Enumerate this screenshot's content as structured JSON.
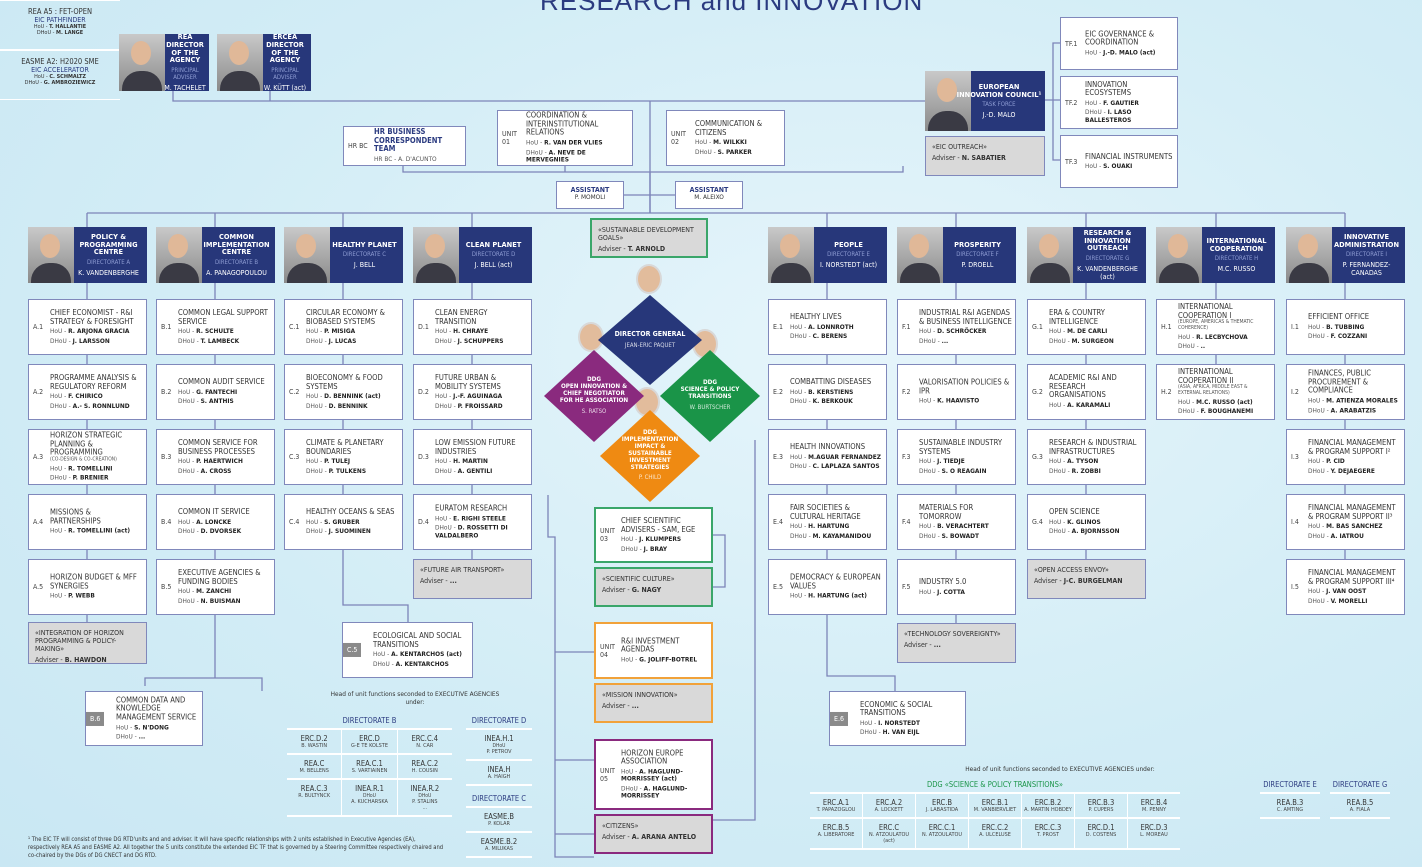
{
  "title": "RESEARCH and INNOVATION",
  "labels": {
    "hou": "HoU",
    "dhou": "DHoU",
    "adviser": "Adviser",
    "unit": "UNIT"
  },
  "agencies": [
    {
      "agency": "REA",
      "role": "DIRECTOR OF THE AGENCY",
      "sub": "PRINCIPAL ADVISER",
      "name": "M. TACHELET"
    },
    {
      "agency": "ERCEA",
      "role": "DIRECTOR OF THE AGENCY",
      "sub": "PRINCIPAL ADVISER",
      "name": "W. KÜTT (act)"
    }
  ],
  "top_units": {
    "hr": {
      "code": "HR BC",
      "title": "HR BUSINESS CORRESPONDENT TEAM",
      "line": "HR BC - A. D'ACUNTO"
    },
    "u01": {
      "code": "01",
      "title": "COORDINATION & INTERINSTITUTIONAL RELATIONS",
      "hou": "R. VAN DER VLIES",
      "dhou": "A. NEVE DE MERVEGNIES"
    },
    "u02": {
      "code": "02",
      "title": "COMMUNICATION & CITIZENS",
      "hou": "M. WILKKI",
      "dhou": "S. PARKER"
    }
  },
  "assistants": [
    {
      "label": "ASSISTANT",
      "name": "P. MOMOLI"
    },
    {
      "label": "ASSISTANT",
      "name": "M. ALEIXO"
    }
  ],
  "eic": {
    "title": "EUROPEAN INNOVATION COUNCIL¹",
    "sub": "TASK FORCE",
    "name": "J.-D. MALO",
    "outreach": {
      "topic": "«EIC OUTREACH»",
      "name": "N. SABATIER"
    },
    "units": [
      {
        "code": "TF.1",
        "title": "EIC GOVERNANCE & COORDINATION",
        "hou": "J.-D. MALO (act)"
      },
      {
        "code": "TF.2",
        "title": "INNOVATION ECOSYSTEMS",
        "hou": "F. GAUTIER",
        "dhou": "I. LASO BALLESTEROS"
      },
      {
        "code": "TF.3",
        "title": "FINANCIAL INSTRUMENTS",
        "hou": "S. OUAKI"
      }
    ],
    "agencies": [
      {
        "title": "REA A5 : FET-OPEN",
        "sub": "EIC PATHFINDER",
        "hou": "T. HALLANTIE",
        "dhou": "M. LANGE"
      },
      {
        "title": "EASME A2: H2020 SME",
        "sub": "EIC ACCELERATOR",
        "hou": "C. SCHMALTZ",
        "dhou": "G. AMBROZIEWICZ"
      }
    ]
  },
  "center": {
    "sdg": {
      "topic": "«SUSTAINABLE DEVELOPMENT GOALS»",
      "name": "T. ARNOLD"
    },
    "dg": {
      "title": "DIRECTOR GENERAL",
      "name": "JEAN-ERIC PAQUET"
    },
    "ddgs": [
      {
        "label": "DDG",
        "title": "OPEN INNOVATION & CHIEF NEGOTIATOR FOR HE ASSOCIATION",
        "name": "S. RATSO",
        "color": "#8a2a7e"
      },
      {
        "label": "DDG",
        "title": "SCIENCE & POLICY TRANSITIONS",
        "name": "W. BURTSCHER",
        "color": "#1a9448"
      },
      {
        "label": "DDG",
        "title": "IMPLEMENTATION IMPACT & SUSTAINABLE INVESTMENT STRATEGIES",
        "name": "P. CHILD",
        "color": "#ef8a12"
      }
    ],
    "units": [
      {
        "code": "03",
        "title": "CHIEF SCIENTIFIC ADVISERS - SAM, EGE",
        "hou": "J. KLUMPERS",
        "dhou": "J. BRAY",
        "adv_topic": "«SCIENTIFIC CULTURE»",
        "adv_name": "G. NAGY"
      },
      {
        "code": "04",
        "title": "R&I INVESTMENT AGENDAS",
        "hou": "G. JOLIFF-BOTREL",
        "adv_topic": "«MISSION INNOVATION»",
        "adv_name": "..."
      },
      {
        "code": "05",
        "title": "HORIZON EUROPE ASSOCIATION",
        "hou": "A. HAGLUND-MORRISSEY (act)",
        "dhou": "A. HAGLUND-MORRISSEY",
        "adv_topic": "«CITIZENS»",
        "adv_name": "A. ARANA ANTELO"
      }
    ]
  },
  "directorates": [
    {
      "title": "POLICY & PROGRAMMING CENTRE",
      "label": "DIRECTORATE A",
      "director": "K. VANDENBERGHE",
      "units": [
        {
          "code": "A.1",
          "title": "CHIEF ECONOMIST - R&I STRATEGY & FORESIGHT",
          "hou": "R. ARJONA GRACIA",
          "dhou": "J. LARSSON"
        },
        {
          "code": "A.2",
          "title": "PROGRAMME ANALYSIS & REGULATORY REFORM",
          "hou": "F. CHIRICO",
          "dhou": "A.- S. RONNLUND"
        },
        {
          "code": "A.3",
          "title": "HORIZON STRATEGIC PLANNING & PROGRAMMING",
          "note": "(CO-DESIGN & CO-CREATION)",
          "hou": "R. TOMELLINI",
          "dhou": "P. BRENIER"
        },
        {
          "code": "A.4",
          "title": "MISSIONS & PARTNERSHIPS",
          "hou": "R. TOMELLINI (act)"
        },
        {
          "code": "A.5",
          "title": "HORIZON BUDGET & MFF SYNERGIES",
          "hou": "P. WEBB"
        }
      ]
    },
    {
      "title": "COMMON IMPLEMENTATION CENTRE",
      "label": "DIRECTORATE B",
      "director": "A. PANAGOPOULOU",
      "units": [
        {
          "code": "B.1",
          "title": "COMMON LEGAL SUPPORT SERVICE",
          "hou": "R. SCHULTE",
          "dhou": "T. LAMBECK"
        },
        {
          "code": "B.2",
          "title": "COMMON AUDIT SERVICE",
          "hou": "G. FANTECHI",
          "dhou": "S. ANTHIS"
        },
        {
          "code": "B.3",
          "title": "COMMON SERVICE FOR BUSINESS PROCESSES",
          "hou": "P. HAERTWICH",
          "dhou": "A. CROSS"
        },
        {
          "code": "B.4",
          "title": "COMMON IT SERVICE",
          "hou": "A. LONCKE",
          "dhou": "D. DVORSEK"
        },
        {
          "code": "B.5",
          "title": "EXECUTIVE AGENCIES & FUNDING BODIES",
          "hou": "M. ZANCHI",
          "dhou": "N. BUISMAN"
        }
      ]
    },
    {
      "title": "HEALTHY PLANET",
      "label": "DIRECTORATE C",
      "director": "J. BELL",
      "units": [
        {
          "code": "C.1",
          "title": "CIRCULAR ECONOMY & BIOBASED SYSTEMS",
          "hou": "P. MISIGA",
          "dhou": "J. LUCAS"
        },
        {
          "code": "C.2",
          "title": "BIOECONOMY & FOOD SYSTEMS",
          "hou": "D. BENNINK (act)",
          "dhou": "D. BENNINK"
        },
        {
          "code": "C.3",
          "title": "CLIMATE & PLANETARY BOUNDARIES",
          "hou": "P. TULEJ",
          "dhou": "P. TULKENS"
        },
        {
          "code": "C.4",
          "title": "HEALTHY OCEANS & SEAS",
          "hou": "S. GRUBER",
          "dhou": "J. SUOMINEN"
        }
      ]
    },
    {
      "title": "CLEAN PLANET",
      "label": "DIRECTORATE D",
      "director": "J. BELL (act)",
      "units": [
        {
          "code": "D.1",
          "title": "CLEAN ENERGY TRANSITION",
          "hou": "H. CHRAYE",
          "dhou": "J. SCHUPPERS"
        },
        {
          "code": "D.2",
          "title": "FUTURE URBAN & MOBILITY SYSTEMS",
          "hou": "J.-F. AGUINAGA",
          "dhou": "P. FROISSARD"
        },
        {
          "code": "D.3",
          "title": "LOW EMISSION FUTURE INDUSTRIES",
          "hou": "H. MARTIN",
          "dhou": "A. GENTILI"
        },
        {
          "code": "D.4",
          "title": "EURATOM RESEARCH",
          "hou": "E. RIGHI STEELE",
          "dhou": "D. ROSSETTI DI VALDALBERO"
        }
      ]
    },
    {
      "title": "PEOPLE",
      "label": "DIRECTORATE E",
      "director": "I. NORSTEDT (act)",
      "units": [
        {
          "code": "E.1",
          "title": "HEALTHY LIVES",
          "hou": "A. LONNROTH",
          "dhou": "C. BERENS"
        },
        {
          "code": "E.2",
          "title": "COMBATTING DISEASES",
          "hou": "B. KERSTIENS",
          "dhou": "K. BERKOUK"
        },
        {
          "code": "E.3",
          "title": "HEALTH INNOVATIONS",
          "hou": "M.AGUAR FERNANDEZ",
          "dhou": "C. LAPLAZA SANTOS"
        },
        {
          "code": "E.4",
          "title": "FAIR SOCIETIES & CULTURAL HERITAGE",
          "hou": "H. HARTUNG",
          "dhou": "M. KAYAMANIDOU"
        },
        {
          "code": "E.5",
          "title": "DEMOCRACY & EUROPEAN VALUES",
          "hou": "H. HARTUNG (act)"
        }
      ]
    },
    {
      "title": "PROSPERITY",
      "label": "DIRECTORATE F",
      "director": "P. DROELL",
      "units": [
        {
          "code": "F.1",
          "title": "INDUSTRIAL R&I AGENDAS & BUSINESS INTELLIGENCE",
          "hou": "D. SCHRÖCKER",
          "dhou": "..."
        },
        {
          "code": "F.2",
          "title": "VALORISATION POLICIES & IPR",
          "hou": "K. HAAVISTO"
        },
        {
          "code": "F.3",
          "title": "SUSTAINABLE INDUSTRY SYSTEMS",
          "hou": "J. TIEDJE",
          "dhou": "S. O REAGAIN"
        },
        {
          "code": "F.4",
          "title": "MATERIALS FOR TOMORROW",
          "hou": "B. VERACHTERT",
          "dhou": "S. BOWADT"
        },
        {
          "code": "F.5",
          "title": "INDUSTRY 5.0",
          "hou": "J. COTTA"
        }
      ]
    },
    {
      "title": "RESEARCH & INNOVATION OUTREACH",
      "label": "DIRECTORATE G",
      "director": "K. VANDENBERGHE (act)",
      "units": [
        {
          "code": "G.1",
          "title": "ERA & COUNTRY INTELLIGENCE",
          "hou": "M. DE CARLI",
          "dhou": "M. SURGEON"
        },
        {
          "code": "G.2",
          "title": "ACADEMIC R&I AND RESEARCH ORGANISATIONS",
          "hou": "A. KARAMALI"
        },
        {
          "code": "G.3",
          "title": "RESEARCH & INDUSTRIAL INFRASTRUCTURES",
          "hou": "A. TYSON",
          "dhou": "R. ZOBBI"
        },
        {
          "code": "G.4",
          "title": "OPEN SCIENCE",
          "hou": "K. GLINOS",
          "dhou": "A. BJORNSSON"
        }
      ]
    },
    {
      "title": "INTERNATIONAL COOPERATION",
      "label": "DIRECTORATE H",
      "director": "M.C. RUSSO",
      "units": [
        {
          "code": "H.1",
          "title": "INTERNATIONAL COOPERATION I",
          "note": "(EUROPE, AMERICAS & THEMATIC COHERENCE)",
          "hou": "R. LECBYCHOVA",
          "dhou": ".."
        },
        {
          "code": "H.2",
          "title": "INTERNATIONAL COOPERATION II",
          "note": "(ASIA, AFRICA, MIDDLE EAST & EXTERNAL RELATIONS)",
          "hou": "M.C. RUSSO (act)",
          "dhou": "F. BOUGHANEMI"
        }
      ]
    },
    {
      "title": "INNOVATIVE ADMINISTRATION",
      "label": "DIRECTORATE I",
      "director": "P. FERNANDEZ-CANADAS",
      "units": [
        {
          "code": "I.1",
          "title": "EFFICIENT OFFICE",
          "hou": "B. TUBBING",
          "dhou": "F. COZZANI"
        },
        {
          "code": "I.2",
          "title": "FINANCES, PUBLIC PROCUREMENT & COMPLIANCE",
          "hou": "M. ATIENZA MORALES",
          "dhou": "A. ARABATZIS"
        },
        {
          "code": "I.3",
          "title": "FINANCIAL MANAGEMENT & PROGRAM SUPPORT I²",
          "hou": "P. CID",
          "dhou": "Y. DEJAEGERE"
        },
        {
          "code": "I.4",
          "title": "FINANCIAL MANAGEMENT & PROGRAM SUPPORT II³",
          "hou": "M. BAS SANCHEZ",
          "dhou": "A. IATROU"
        },
        {
          "code": "I.5",
          "title": "FINANCIAL MANAGEMENT & PROGRAM SUPPORT III⁴",
          "hou": "J. VAN OOST",
          "dhou": "V. MORELLI"
        }
      ]
    }
  ],
  "extra_units": [
    {
      "code": "B.6",
      "title": "COMMON DATA AND KNOWLEDGE MANAGEMENT SERVICE",
      "hou": "S. N'DONG",
      "dhou": "..."
    },
    {
      "code": "C.5",
      "title": "ECOLOGICAL AND SOCIAL TRANSITIONS",
      "hou": "A. KENTARCHOS (act)",
      "dhou": "A. KENTARCHOS"
    },
    {
      "code": "E.6",
      "title": "ECONOMIC & SOCIAL TRANSITIONS",
      "hou": "I. NORSTEDT",
      "dhou": "H. VAN EIJL"
    }
  ],
  "advisers": [
    {
      "topic": "«INTEGRATION OF HORIZON PROGRAMMING & POLICY-MAKING»",
      "name": "B. HAWDON"
    },
    {
      "topic": "«FUTURE AIR TRANSPORT»",
      "name": "..."
    },
    {
      "topic": "«TECHNOLOGY SOVEREIGNTY»",
      "name": "..."
    },
    {
      "topic": "«OPEN ACCESS ENVOY»",
      "name": "J-C. BURGELMAN"
    }
  ],
  "seconded_left": {
    "heading": "Head of unit functions seconded to EXECUTIVE AGENCIES under:",
    "groups": [
      {
        "title": "DIRECTORATE B",
        "rows": [
          [
            {
              "code": "ERC.D.2",
              "name": "B. WASTIN"
            },
            {
              "code": "ERC.D",
              "name": "G-E TE KOLSTE"
            },
            {
              "code": "ERC.C.4",
              "name": "N. CAR"
            }
          ],
          [
            {
              "code": "REA.C",
              "name": "M. BELLENS"
            },
            {
              "code": "REA.C.1",
              "name": "S. VARTIAINEN"
            },
            {
              "code": "REA.C.2",
              "name": "H. COUSIN"
            }
          ],
          [
            {
              "code": "REA.C.3",
              "name": "R. BULTYNCK"
            },
            {
              "code": "INEA.R.1",
              "sub": "DHoU",
              "name": "A. KUCHARSKA"
            },
            {
              "code": "INEA.R.2",
              "name": "P. STALINS",
              "sub": "DHoU",
              "extra": "..."
            }
          ]
        ]
      },
      {
        "title": "DIRECTORATE D",
        "rows": [
          [
            {
              "code": "INEA.H.1",
              "sub": "DHoU",
              "name": "P. PETROV"
            }
          ],
          [
            {
              "code": "INEA.H",
              "name": "A. HAIGH"
            }
          ]
        ]
      },
      {
        "title": "DIRECTORATE C",
        "rows": [
          [
            {
              "code": "EASME.B",
              "name": "P. KOLAR"
            }
          ],
          [
            {
              "code": "EASME.B.2",
              "name": "A. MILUKAS"
            }
          ]
        ]
      }
    ]
  },
  "seconded_right": {
    "heading": "Head of unit functions seconded to EXECUTIVE AGENCIES under:",
    "groups": [
      {
        "title": "DDG «SCIENCE & POLICY TRANSITIONS»",
        "rows": [
          [
            {
              "code": "ERC.A.1",
              "name": "T. PAPAZOGLOU"
            },
            {
              "code": "ERC.A.2",
              "name": "A. LOCKETT"
            },
            {
              "code": "ERC.B",
              "name": "J. LABASTIDA"
            },
            {
              "code": "ERC.B.1",
              "name": "M. VANBIERVLIET"
            },
            {
              "code": "ERC.B.2",
              "name": "A. MARTIN HOBDEY"
            },
            {
              "code": "ERC.B.3",
              "name": "P. CUPERS"
            },
            {
              "code": "ERC.B.4",
              "name": "M. PENNY"
            }
          ],
          [
            {
              "code": "ERC.B.5",
              "name": "A. LIBERATORE"
            },
            {
              "code": "ERC.C",
              "name": "N. ATZOULATOU (act)"
            },
            {
              "code": "ERC.C.1",
              "name": "N. ATZOULATOU"
            },
            {
              "code": "ERC.C.2",
              "name": "A. ULCELUSE"
            },
            {
              "code": "ERC.C.3",
              "name": "T. PROST"
            },
            {
              "code": "ERC.D.1",
              "name": "D. COSTENS"
            },
            {
              "code": "ERC.D.3",
              "name": "L. MOREAU"
            }
          ]
        ]
      },
      {
        "title": "DIRECTORATE E",
        "rows": [
          [
            {
              "code": "REA.B.3",
              "name": "C. AMTING"
            }
          ]
        ]
      },
      {
        "title": "DIRECTORATE G",
        "rows": [
          [
            {
              "code": "REA.B.5",
              "name": "A. FIALA"
            }
          ]
        ]
      }
    ]
  },
  "footnote": "¹ The EIC TF will consist of three DG RTD'units and and adviser. It will have specific relationships with 2 units established in Executive Agencies (EA), respectively REA A5 and EASME A2. All together the 5 units constitute the extended EIC TF that is governed by a Steering Committee respectively chaired and co-chaired by the DGs of DG CNECT and DG RTD.",
  "colors": {
    "navy": "#27377a",
    "ddg_purple": "#8a2a7e",
    "ddg_green": "#1a9448",
    "ddg_orange": "#ef8a12",
    "adviser_grey": "#d9d9d9"
  }
}
